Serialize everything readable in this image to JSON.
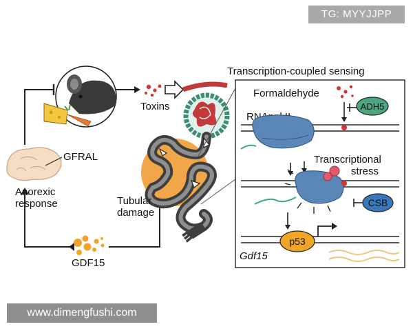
{
  "watermarks": {
    "top": "TG: MYYJJPP",
    "bottom": "www.dimengfushi.com"
  },
  "labels": {
    "header": "Transcription-coupled sensing",
    "toxins": "Toxins",
    "formaldehyde": "Formaldehyde",
    "adh5": "ADH5",
    "rnapol": "RNApol II",
    "transcriptional_line1": "Transcriptional",
    "transcriptional_line2": "stress",
    "csb": "CSB",
    "p53": "p53",
    "gdf15_gene": "Gdf15",
    "gfral": "GFRAL",
    "anorexic_line1": "Anorexic",
    "anorexic_line2": "response",
    "tubular_line1": "Tubular",
    "tubular_line2": "damage",
    "gdf15_secreted": "GDF15"
  },
  "colors": {
    "rnapol": "#5b86b8",
    "adh5": "#4aa77f",
    "csb": "#3a78bd",
    "p53": "#f0a527",
    "kidney_zone": "#f2a64a",
    "toxin": "#d63333",
    "gdf15_dots": "#f0a527",
    "mrna": "#3aa590",
    "gdf15_mrna": "#f1c57a"
  }
}
